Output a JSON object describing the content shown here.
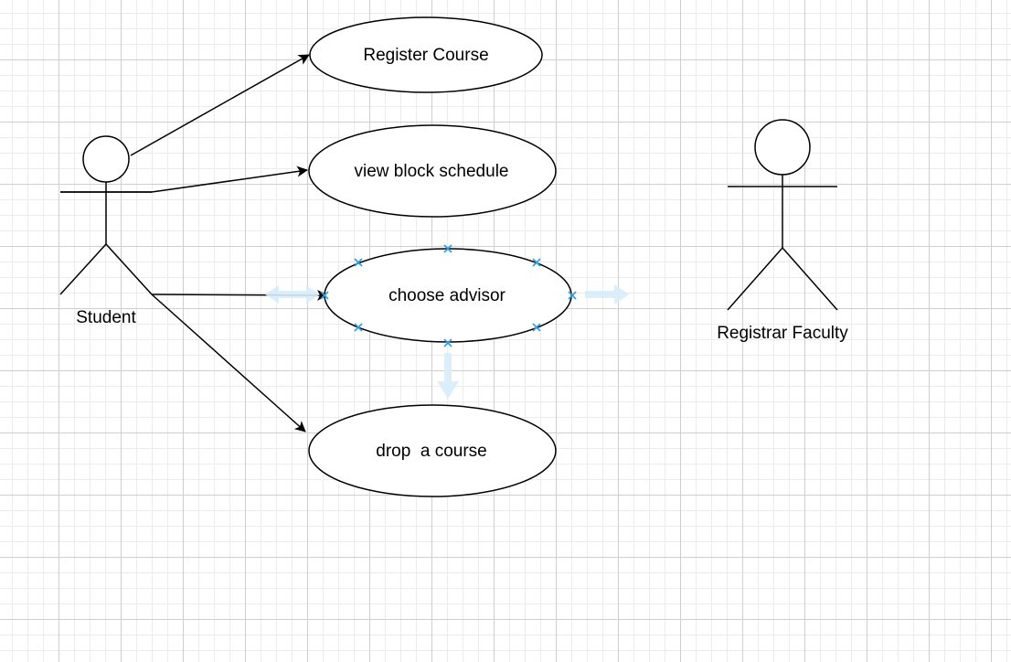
{
  "diagram": {
    "actors": {
      "student": {
        "label": "Student"
      },
      "registrar": {
        "label": "Registrar Faculty"
      }
    },
    "use_cases": {
      "register_course": {
        "label": "Register Course"
      },
      "view_block_schedule": {
        "label": "view block schedule"
      },
      "choose_advisor": {
        "label": "choose advisor"
      },
      "drop_course": {
        "label": "drop  a course"
      }
    }
  },
  "colors": {
    "stroke": "#000000",
    "selection_handle": "#2f9be0",
    "hover_arrow": "#d7ecfa",
    "grid_major": "#cfcfcf",
    "grid_minor": "#ececec"
  }
}
